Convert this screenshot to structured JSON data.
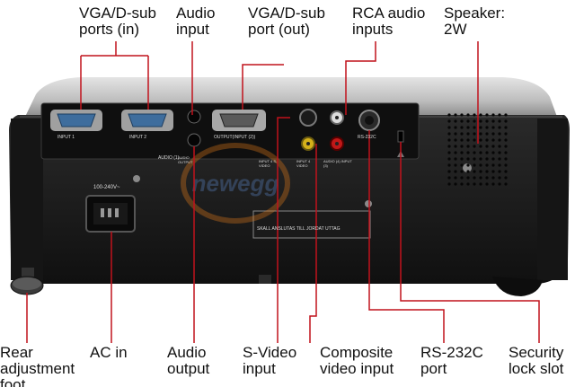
{
  "labels": {
    "vga_in": [
      "VGA/D-sub",
      "ports (in)"
    ],
    "audio_input": [
      "Audio",
      "input"
    ],
    "vga_out": [
      "VGA/D-sub",
      "port (out)"
    ],
    "rca_audio": [
      "RCA audio",
      "inputs"
    ],
    "speaker": [
      "Speaker:",
      "2W"
    ],
    "rear_foot": [
      "Rear",
      "adjustment",
      "foot"
    ],
    "ac_in": [
      "AC in"
    ],
    "audio_output": [
      "Audio",
      "output"
    ],
    "s_video": [
      "S-Video",
      "input"
    ],
    "composite": [
      "Composite",
      "video input"
    ],
    "rs232c": [
      "RS-232C",
      "port"
    ],
    "security": [
      "Security",
      "lock slot"
    ]
  },
  "panel_text": {
    "input1": "INPUT 1",
    "input2": "INPUT 2",
    "output": "OUTPUT(INPUT (2))",
    "audio_in": "AUDIO (1)",
    "audio_out": "AUDIO OUTPUT",
    "svideo": "INPUT 4 S-VIDEO",
    "video": "INPUT 4 VIDEO",
    "audio3": "AUDIO (4) INPUT (3)",
    "rs232": "RS-232C",
    "voltage": "100-240V~",
    "warning": "SKALL ANSLUTAS TILL JORDAT UTTAG"
  },
  "colors": {
    "body": "#1c1c1c",
    "top_silver": "#c8c8c8",
    "leader_line": "#c1121c",
    "vga_blue": "#4a7fb0",
    "rca_red": "#c01818",
    "rca_yellow": "#d4b01a"
  }
}
